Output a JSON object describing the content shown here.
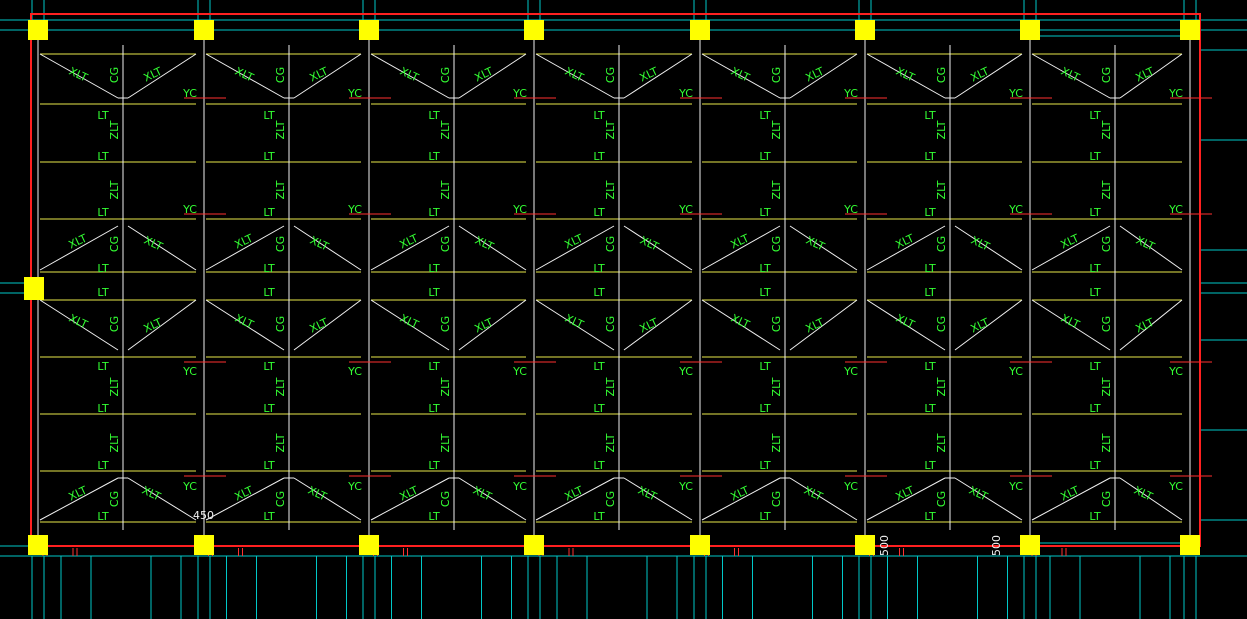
{
  "colors": {
    "background": "#000000",
    "frame": "#ff2020",
    "column": "#ffff00",
    "beam": "#e8e84a",
    "mullion": "#f0f0f0",
    "label": "#33ff33",
    "leader": "#ff3030",
    "grid": "#00c8c8"
  },
  "labels": {
    "xlt": "XLT",
    "cg": "CG",
    "lt": "LT",
    "zlt": "ZLT",
    "yc": "YC"
  },
  "dimensions": {
    "d1": "450",
    "d2": "500",
    "d3": "500"
  },
  "bay_count": 7
}
